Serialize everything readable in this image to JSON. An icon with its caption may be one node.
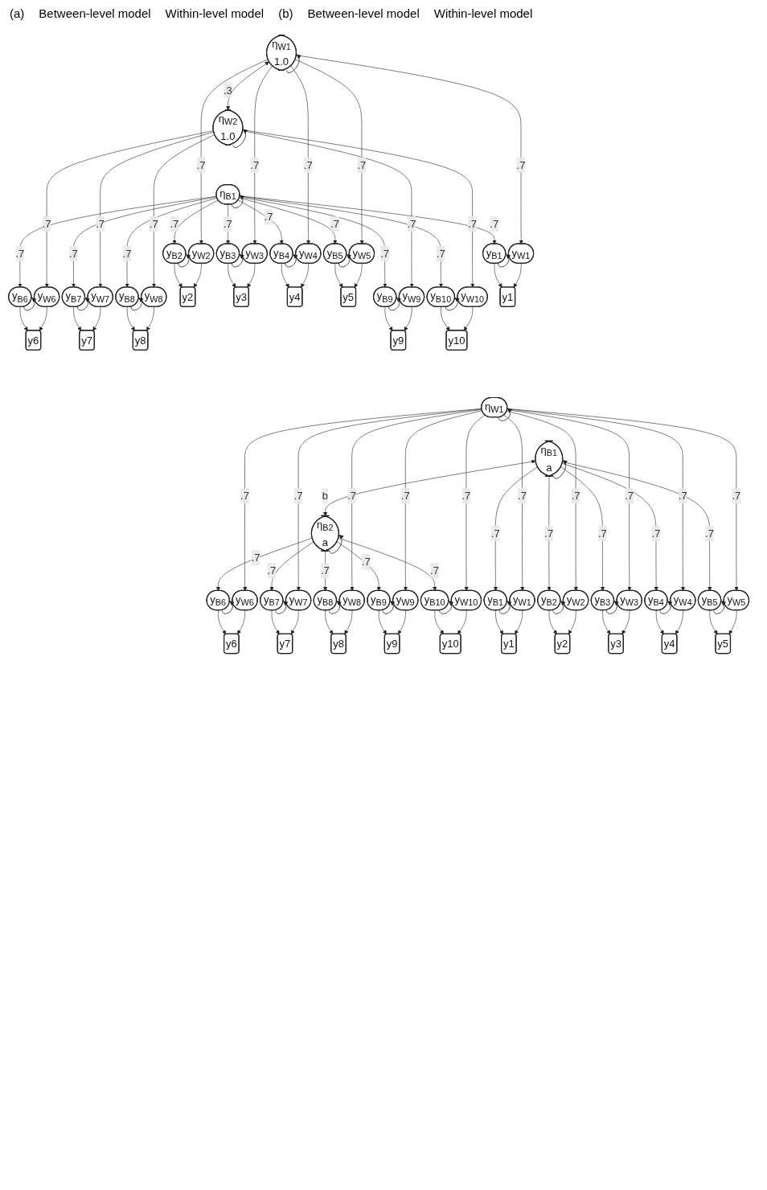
{
  "diagram": {
    "nodes": [
      {
        "text": [
          "η$_{B1}$"
        ]
      },
      {
        "text": [
          "y$_{B1}$"
        ]
      },
      {
        "text": [
          "y$_{B2}$"
        ]
      },
      {
        "text": [
          "y$_{B3}$"
        ]
      },
      {
        "text": [
          "y$_{B4}$"
        ]
      },
      {
        "text": [
          "y$_{B5}$"
        ]
      },
      {
        "text": [
          "y$_{B6}$"
        ]
      },
      {
        "text": [
          "y$_{B7}$"
        ]
      },
      {
        "text": [
          "y$_{B8}$"
        ]
      },
      {
        "text": [
          "y$_{B9}$"
        ]
      },
      {
        "text": [
          "y$_{B10}$"
        ]
      },
      {
        "text": [
          "y1"
        ]
      },
      {
        "text": [
          "y2"
        ]
      },
      {
        "text": [
          "y3"
        ]
      },
      {
        "text": [
          "y4"
        ]
      },
      {
        "text": [
          "y5"
        ]
      },
      {
        "text": [
          "y6"
        ]
      },
      {
        "text": [
          "y7"
        ]
      },
      {
        "text": [
          "y8"
        ]
      },
      {
        "text": [
          "y9"
        ]
      },
      {
        "text": [
          "y10"
        ]
      },
      {
        "text": [
          "y$_{W1}$"
        ]
      },
      {
        "text": [
          "y$_{W2}$"
        ]
      },
      {
        "text": [
          "y$_{W3}$"
        ]
      },
      {
        "text": [
          "y$_{W4}$"
        ]
      },
      {
        "text": [
          "y$_{W5}$"
        ]
      },
      {
        "text": [
          "y$_{W6}$"
        ]
      },
      {
        "text": [
          "y$_{W7}$"
        ]
      },
      {
        "text": [
          "y$_{W8}$"
        ]
      },
      {
        "text": [
          "y$_{W9}$"
        ]
      },
      {
        "text": [
          "y$_{W10}$"
        ]
      },
      {
        "text": [
          "η$_{W1}$",
          "1.0"
        ]
      },
      {
        "text": [
          "η$_{W2}$",
          "1.0"
        ]
      },
      {
        "text": [
          "η$_{B1}$",
          "a"
        ]
      },
      {
        "text": [
          "η$_{B2}$",
          "a"
        ]
      },
      {
        "text": [
          "y$_{B1}$"
        ]
      },
      {
        "text": [
          "y$_{B2}$"
        ]
      },
      {
        "text": [
          "y$_{B3}$"
        ]
      },
      {
        "text": [
          "y$_{B4}$"
        ]
      },
      {
        "text": [
          "y$_{B5}$"
        ]
      },
      {
        "text": [
          "y$_{B6}$"
        ]
      },
      {
        "text": [
          "y$_{B7}$"
        ]
      },
      {
        "text": [
          "y$_{B8}$"
        ]
      },
      {
        "text": [
          "y$_{B9}$"
        ]
      },
      {
        "text": [
          "y$_{B10}$"
        ]
      },
      {
        "text": [
          "y1"
        ]
      },
      {
        "text": [
          "y2"
        ]
      },
      {
        "text": [
          "y3"
        ]
      },
      {
        "text": [
          "y4"
        ]
      },
      {
        "text": [
          "y5"
        ]
      },
      {
        "text": [
          "y6"
        ]
      },
      {
        "text": [
          "y7"
        ]
      },
      {
        "text": [
          "y8"
        ]
      },
      {
        "text": [
          "y9"
        ]
      },
      {
        "text": [
          "y10"
        ]
      },
      {
        "text": [
          "y$_{W1}$"
        ]
      },
      {
        "text": [
          "y$_{W2}$"
        ]
      },
      {
        "text": [
          "y$_{W3}$"
        ]
      },
      {
        "text": [
          "y$_{W4}$"
        ]
      },
      {
        "text": [
          "y$_{W5}$"
        ]
      },
      {
        "text": [
          "y$_{W6}$"
        ]
      },
      {
        "text": [
          "y$_{W7}$"
        ]
      },
      {
        "text": [
          "y$_{W8}$"
        ]
      },
      {
        "text": [
          "y$_{W9}$"
        ]
      },
      {
        "text": [
          "y$_{W10}$"
        ]
      },
      {
        "text": [
          "η$_{W1}$"
        ]
      }
    ],
    "edges": [
      {
        "from": 0,
        "to": 0,
        "arrow": "to"
      },
      {
        "from": 0,
        "to": 1,
        "arrow": "to",
        "label": ".7"
      },
      {
        "from": 0,
        "to": 2,
        "arrow": "to",
        "label": ".7"
      },
      {
        "from": 0,
        "to": 3,
        "arrow": "to",
        "label": ".7"
      },
      {
        "from": 0,
        "to": 4,
        "arrow": "to",
        "label": ".7"
      },
      {
        "from": 0,
        "to": 5,
        "arrow": "to",
        "label": ".7"
      },
      {
        "from": 0,
        "to": 6,
        "arrow": "to",
        "label": ".7"
      },
      {
        "from": 0,
        "to": 7,
        "arrow": "to",
        "label": ".7"
      },
      {
        "from": 0,
        "to": 8,
        "arrow": "to",
        "label": ".7"
      },
      {
        "from": 0,
        "to": 9,
        "arrow": "to",
        "label": ".7"
      },
      {
        "from": 0,
        "to": 10,
        "arrow": "to",
        "label": ".7"
      },
      {
        "from": 1,
        "to": 1,
        "arrow": "to"
      },
      {
        "from": 2,
        "to": 2,
        "arrow": "to"
      },
      {
        "from": 3,
        "to": 3,
        "arrow": "to"
      },
      {
        "from": 4,
        "to": 4,
        "arrow": "to"
      },
      {
        "from": 5,
        "to": 5,
        "arrow": "to"
      },
      {
        "from": 6,
        "to": 6,
        "arrow": "to"
      },
      {
        "from": 7,
        "to": 7,
        "arrow": "to"
      },
      {
        "from": 8,
        "to": 8,
        "arrow": "to"
      },
      {
        "from": 9,
        "to": 9,
        "arrow": "to"
      },
      {
        "from": 10,
        "to": 10,
        "arrow": "to"
      },
      {
        "from": 1,
        "to": 11,
        "arrow": "to"
      },
      {
        "from": 2,
        "to": 12,
        "arrow": "to"
      },
      {
        "from": 3,
        "to": 13,
        "arrow": "to"
      },
      {
        "from": 4,
        "to": 14,
        "arrow": "to"
      },
      {
        "from": 5,
        "to": 15,
        "arrow": "to"
      },
      {
        "from": 6,
        "to": 16,
        "arrow": "to"
      },
      {
        "from": 7,
        "to": 17,
        "arrow": "to"
      },
      {
        "from": 8,
        "to": 18,
        "arrow": "to"
      },
      {
        "from": 9,
        "to": 19,
        "arrow": "to"
      },
      {
        "from": 10,
        "to": 20,
        "arrow": "to"
      },
      {
        "from": 21,
        "to": 11,
        "arrow": "to"
      },
      {
        "from": 22,
        "to": 12,
        "arrow": "to"
      },
      {
        "from": 23,
        "to": 13,
        "arrow": "to"
      },
      {
        "from": 24,
        "to": 14,
        "arrow": "to"
      },
      {
        "from": 25,
        "to": 15,
        "arrow": "to"
      },
      {
        "from": 26,
        "to": 16,
        "arrow": "to"
      },
      {
        "from": 27,
        "to": 17,
        "arrow": "to"
      },
      {
        "from": 28,
        "to": 18,
        "arrow": "to"
      },
      {
        "from": 29,
        "to": 19,
        "arrow": "to"
      },
      {
        "from": 30,
        "to": 20,
        "arrow": "to"
      },
      {
        "from": 31,
        "to": 21,
        "arrow": "to",
        "label": ".7"
      },
      {
        "from": 31,
        "to": 22,
        "arrow": "to",
        "label": ".7"
      },
      {
        "from": 31,
        "to": 23,
        "arrow": "to",
        "label": ".7"
      },
      {
        "from": 31,
        "to": 24,
        "arrow": "to",
        "label": ".7"
      },
      {
        "from": 31,
        "to": 25,
        "arrow": "to",
        "label": ".7"
      },
      {
        "from": 32,
        "to": 26,
        "arrow": "to",
        "label": ".7"
      },
      {
        "from": 32,
        "to": 27,
        "arrow": "to",
        "label": ".7"
      },
      {
        "from": 32,
        "to": 28,
        "arrow": "to",
        "label": ".7"
      },
      {
        "from": 32,
        "to": 29,
        "arrow": "to",
        "label": ".7"
      },
      {
        "from": 32,
        "to": 30,
        "arrow": "to",
        "label": ".7"
      },
      {
        "from": 31,
        "to": 31,
        "arrow": "to"
      },
      {
        "from": 32,
        "to": 32,
        "arrow": "to"
      },
      {
        "from": 31,
        "to": 32,
        "arrow": "both",
        "label": ".3"
      },
      {
        "from": 33,
        "to": 33,
        "arrow": "to"
      },
      {
        "from": 34,
        "to": 34,
        "arrow": "to"
      },
      {
        "from": 33,
        "to": 34,
        "arrow": "both",
        "label": "b"
      },
      {
        "from": 33,
        "to": 35,
        "arrow": "to",
        "label": ".7"
      },
      {
        "from": 33,
        "to": 36,
        "arrow": "to",
        "label": ".7"
      },
      {
        "from": 33,
        "to": 37,
        "arrow": "to",
        "label": ".7"
      },
      {
        "from": 33,
        "to": 38,
        "arrow": "to",
        "label": ".7"
      },
      {
        "from": 33,
        "to": 39,
        "arrow": "to",
        "label": ".7"
      },
      {
        "from": 34,
        "to": 40,
        "arrow": "to",
        "label": ".7"
      },
      {
        "from": 34,
        "to": 41,
        "arrow": "to",
        "label": ".7"
      },
      {
        "from": 34,
        "to": 42,
        "arrow": "to",
        "label": ".7"
      },
      {
        "from": 34,
        "to": 43,
        "arrow": "to",
        "label": ".7"
      },
      {
        "from": 34,
        "to": 44,
        "arrow": "to",
        "label": ".7"
      },
      {
        "from": 35,
        "to": 35,
        "arrow": "to"
      },
      {
        "from": 36,
        "to": 36,
        "arrow": "to"
      },
      {
        "from": 37,
        "to": 37,
        "arrow": "to"
      },
      {
        "from": 38,
        "to": 38,
        "arrow": "to"
      },
      {
        "from": 39,
        "to": 39,
        "arrow": "to"
      },
      {
        "from": 40,
        "to": 40,
        "arrow": "to"
      },
      {
        "from": 41,
        "to": 41,
        "arrow": "to"
      },
      {
        "from": 42,
        "to": 42,
        "arrow": "to"
      },
      {
        "from": 43,
        "to": 43,
        "arrow": "to"
      },
      {
        "from": 44,
        "to": 44,
        "arrow": "to"
      },
      {
        "from": 35,
        "to": 45,
        "arrow": "to"
      },
      {
        "from": 36,
        "to": 46,
        "arrow": "to"
      },
      {
        "from": 37,
        "to": 47,
        "arrow": "to"
      },
      {
        "from": 38,
        "to": 48,
        "arrow": "to"
      },
      {
        "from": 39,
        "to": 49,
        "arrow": "to"
      },
      {
        "from": 40,
        "to": 50,
        "arrow": "to"
      },
      {
        "from": 41,
        "to": 51,
        "arrow": "to"
      },
      {
        "from": 42,
        "to": 52,
        "arrow": "to"
      },
      {
        "from": 43,
        "to": 53,
        "arrow": "to"
      },
      {
        "from": 44,
        "to": 54,
        "arrow": "to"
      },
      {
        "from": 55,
        "to": 45,
        "arrow": "to"
      },
      {
        "from": 56,
        "to": 46,
        "arrow": "to"
      },
      {
        "from": 57,
        "to": 47,
        "arrow": "to"
      },
      {
        "from": 58,
        "to": 48,
        "arrow": "to"
      },
      {
        "from": 59,
        "to": 49,
        "arrow": "to"
      },
      {
        "from": 60,
        "to": 50,
        "arrow": "to"
      },
      {
        "from": 61,
        "to": 51,
        "arrow": "to"
      },
      {
        "from": 62,
        "to": 52,
        "arrow": "to"
      },
      {
        "from": 63,
        "to": 53,
        "arrow": "to"
      },
      {
        "from": 64,
        "to": 54,
        "arrow": "to"
      },
      {
        "from": 65,
        "to": 55,
        "arrow": "to",
        "label": ".7"
      },
      {
        "from": 65,
        "to": 56,
        "arrow": "to",
        "label": ".7"
      },
      {
        "from": 65,
        "to": 57,
        "arrow": "to",
        "label": ".7"
      },
      {
        "from": 65,
        "to": 58,
        "arrow": "to",
        "label": ".7"
      },
      {
        "from": 65,
        "to": 59,
        "arrow": "to",
        "label": ".7"
      },
      {
        "from": 65,
        "to": 60,
        "arrow": "to",
        "label": ".7"
      },
      {
        "from": 65,
        "to": 61,
        "arrow": "to",
        "label": ".7"
      },
      {
        "from": 65,
        "to": 62,
        "arrow": "to",
        "label": ".7"
      },
      {
        "from": 65,
        "to": 63,
        "arrow": "to",
        "label": ".7"
      },
      {
        "from": 65,
        "to": 64,
        "arrow": "to",
        "label": ".7"
      },
      {
        "from": 65,
        "to": 65,
        "arrow": "to"
      }
    ],
    "labels": [
      "(a)",
      "Between-level model",
      "Within-level model",
      "(b)",
      "Between-level model",
      "Within-level model"
    ]
  }
}
